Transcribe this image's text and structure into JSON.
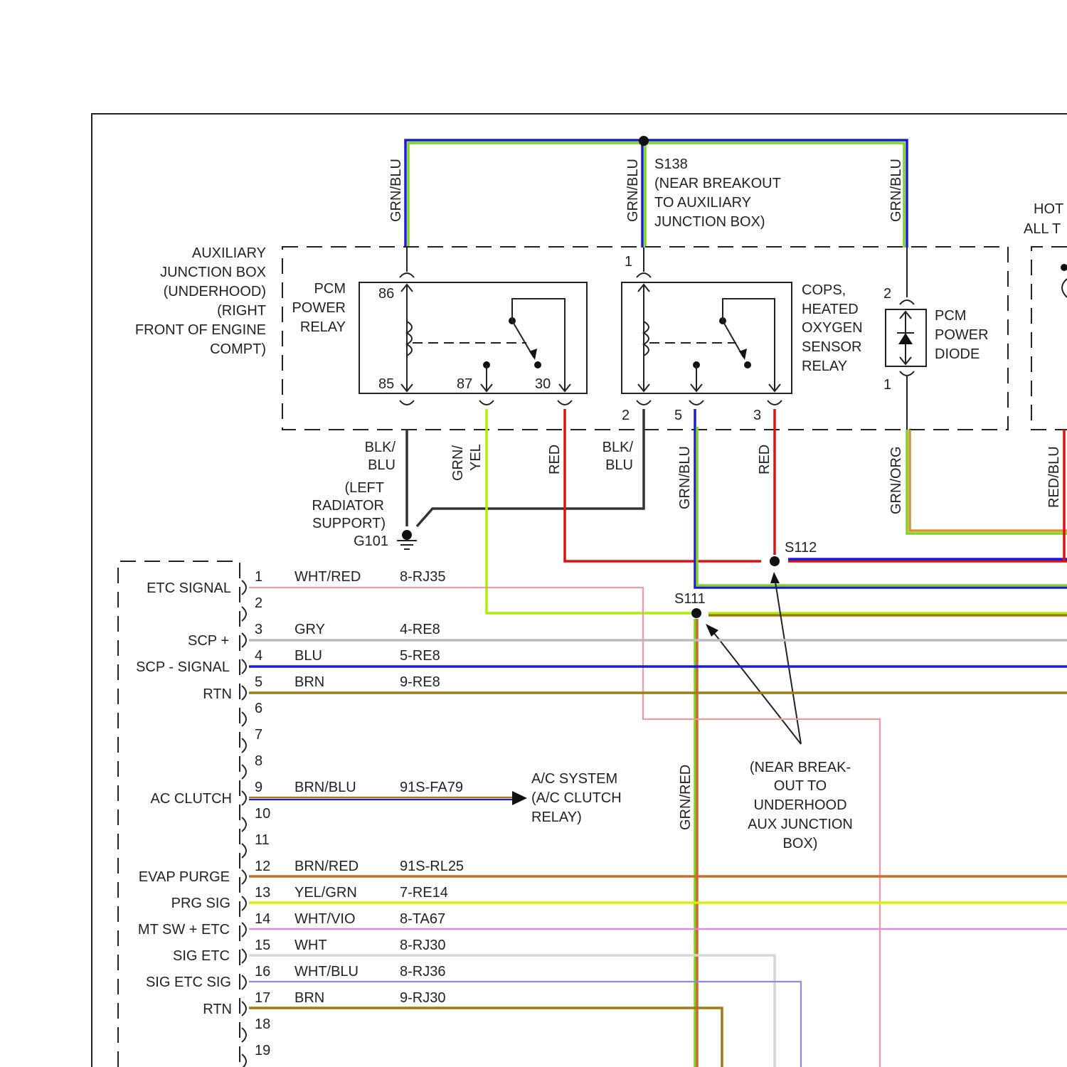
{
  "splices": {
    "s138": [
      "S138",
      "(NEAR BREAKOUT",
      "TO AUXILIARY",
      "JUNCTION BOX)"
    ],
    "s112": "S112",
    "s111": "S111",
    "near_breakout_note": [
      "(NEAR BREAK-",
      "OUT TO",
      "UNDERHOOD",
      "AUX JUNCTION",
      "BOX)"
    ]
  },
  "aux_junction_box": [
    "AUXILIARY",
    "JUNCTION BOX",
    "(UNDERHOOD)",
    "(RIGHT",
    "FRONT OF ENGINE",
    "COMPT)"
  ],
  "hot_label": [
    "HOT",
    "ALL T"
  ],
  "pcm_power_relay": {
    "name": [
      "PCM",
      "POWER",
      "RELAY"
    ],
    "pins": [
      "86",
      "85",
      "87",
      "30"
    ]
  },
  "cops_relay": {
    "name": [
      "COPS,",
      "HEATED",
      "OXYGEN",
      "SENSOR",
      "RELAY"
    ],
    "pins": [
      "1",
      "2",
      "5",
      "3"
    ]
  },
  "pcm_power_diode": {
    "name": [
      "PCM",
      "POWER",
      "DIODE"
    ],
    "pins": [
      "2",
      "1"
    ]
  },
  "ground": {
    "location": [
      "(LEFT",
      "RADIATOR",
      "SUPPORT)"
    ],
    "id": "G101"
  },
  "wire_labels": {
    "grn_blu": "GRN/BLU",
    "blk_blu": [
      "BLK/",
      "BLU"
    ],
    "grn_yel": [
      "GRN/",
      "YEL"
    ],
    "red": "RED",
    "grn_org": "GRN/ORG",
    "red_blu": "RED/BLU",
    "grn_red": "GRN/RED"
  },
  "ac_system": [
    "A/C SYSTEM",
    "(A/C CLUTCH",
    "RELAY)"
  ],
  "connector": {
    "functions": [
      {
        "label": "ETC SIGNAL"
      },
      {
        "label": "SCP +"
      },
      {
        "label": "SCP - SIGNAL"
      },
      {
        "label": "RTN"
      },
      {
        "label": "AC CLUTCH"
      },
      {
        "label": "EVAP PURGE"
      },
      {
        "label": "PRG SIG"
      },
      {
        "label": "MT SW + ETC"
      },
      {
        "label": "SIG ETC"
      },
      {
        "label": "SIG ETC SIG"
      },
      {
        "label": "RTN"
      }
    ],
    "pins": [
      {
        "pin": "1",
        "color": "WHT/RED",
        "circuit": "8-RJ35"
      },
      {
        "pin": "2",
        "color": "",
        "circuit": ""
      },
      {
        "pin": "3",
        "color": "GRY",
        "circuit": "4-RE8"
      },
      {
        "pin": "4",
        "color": "BLU",
        "circuit": "5-RE8"
      },
      {
        "pin": "5",
        "color": "BRN",
        "circuit": "9-RE8"
      },
      {
        "pin": "6",
        "color": "",
        "circuit": ""
      },
      {
        "pin": "7",
        "color": "",
        "circuit": ""
      },
      {
        "pin": "8",
        "color": "",
        "circuit": ""
      },
      {
        "pin": "9",
        "color": "BRN/BLU",
        "circuit": "91S-FA79"
      },
      {
        "pin": "10",
        "color": "",
        "circuit": ""
      },
      {
        "pin": "11",
        "color": "",
        "circuit": ""
      },
      {
        "pin": "12",
        "color": "BRN/RED",
        "circuit": "91S-RL25"
      },
      {
        "pin": "13",
        "color": "YEL/GRN",
        "circuit": "7-RE14"
      },
      {
        "pin": "14",
        "color": "WHT/VIO",
        "circuit": "8-TA67"
      },
      {
        "pin": "15",
        "color": "WHT",
        "circuit": "8-RJ30"
      },
      {
        "pin": "16",
        "color": "WHT/BLU",
        "circuit": "8-RJ36"
      },
      {
        "pin": "17",
        "color": "BRN",
        "circuit": "9-RJ30"
      },
      {
        "pin": "18",
        "color": "",
        "circuit": ""
      },
      {
        "pin": "19",
        "color": "",
        "circuit": ""
      }
    ]
  },
  "colors": {
    "green": "#7ed321",
    "blue": "#1a1adb",
    "black": "#333333",
    "red": "#e01010",
    "yellow_green": "#aaf000",
    "gray": "#bbbbbb",
    "brown": "#a07a10",
    "pink": "#ef9aa0",
    "orange": "#c86a28",
    "violet": "#ee80ee",
    "white_blue": "#8a8ae8"
  }
}
